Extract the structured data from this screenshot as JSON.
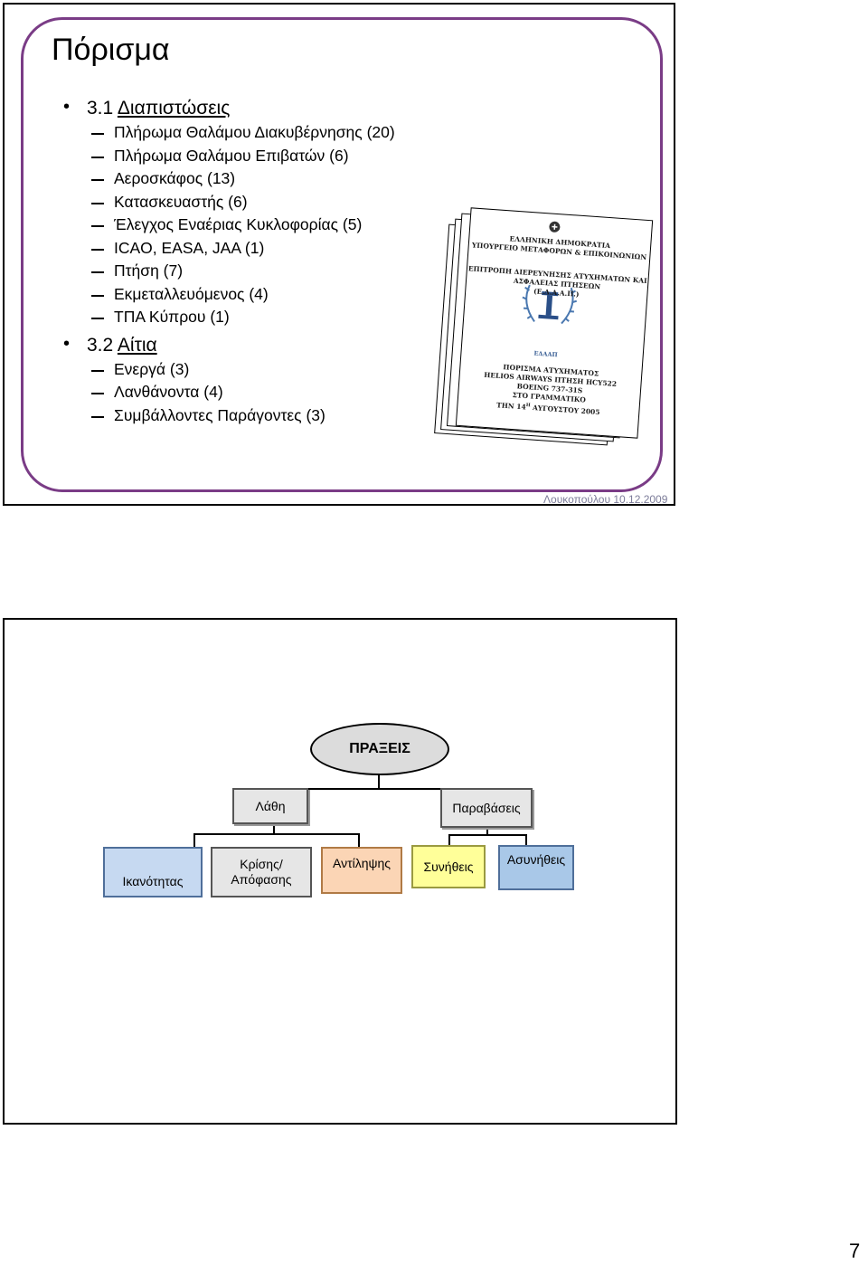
{
  "slide1": {
    "title": "Πόρισμα",
    "sections": [
      {
        "number": "3.1",
        "heading": "Διαπιστώσεις",
        "items": [
          "Πλήρωμα Θαλάμου Διακυβέρνησης (20)",
          "Πλήρωμα Θαλάμου Επιβατών (6)",
          "Αεροσκάφος (13)",
          "Κατασκευαστής (6)",
          "Έλεγχος Εναέριας Κυκλοφορίας (5)",
          "ICAO, EASA, JAA (1)",
          "Πτήση (7)",
          "Εκμεταλλευόμενος (4)",
          "ΤΠΑ Κύπρου (1)"
        ]
      },
      {
        "number": "3.2",
        "heading": "Αίτια",
        "items": [
          "Ενεργά (3)",
          "Λανθάνοντα (4)",
          "Συμβάλλοντες Παράγοντες (3)"
        ]
      }
    ],
    "report": {
      "line1": "ΕΛΛΗΝΙΚΗ ΔΗΜΟΚΡΑΤΙΑ",
      "line2": "ΥΠΟΥΡΓΕΙΟ ΜΕΤΑΦΟΡΩΝ & ΕΠΙΚΟΙΝΩΝΙΩΝ",
      "line3": "ΕΠΙΤΡΟΠΗ ΔΙΕΡΕΥΝΗΣΗΣ ΑΤΥΧΗΜΑΤΩΝ ΚΑΙ",
      "line4": "ΑΣΦΑΛΕΙΑΣ ΠΤΗΣΕΩΝ",
      "line5": "(Ε.Δ.Α.Α.Π.)",
      "emblem": "ΕΔΑΑΠ",
      "line6": "ΠΟΡΙΣΜΑ ΑΤΥΧΗΜΑΤΟΣ",
      "line7": "HELIOS AIRWAYS ΠΤΗΣΗ HCY522",
      "line8": "BOEING 737-31S",
      "line9": "ΣΤΟ ΓΡΑΜΜΑΤΙΚΟ",
      "line10a": "ΤΗΝ 14",
      "line10sup": "Η",
      "line10b": " ΑΥΓΟΥΣΤΟΥ 2005"
    },
    "footer": "Λουκοπούλου 10.12.2009"
  },
  "slide2": {
    "root": "ΠΡΑΞΕΙΣ",
    "level2": [
      "Λάθη",
      "Παραβάσεις"
    ],
    "level3": [
      {
        "label": "Ικανότητας",
        "color": "#c6d9f1"
      },
      {
        "label": "Κρίσης/\nΑπόφασης",
        "color": "#e6e6e6"
      },
      {
        "label": "Αντίληψης",
        "color": "#fbd5b5"
      },
      {
        "label": "Συνήθεις",
        "color": "#ffff99"
      },
      {
        "label": "Ασυνήθεις",
        "color": "#a9c8e8"
      }
    ]
  },
  "page_number": "7"
}
